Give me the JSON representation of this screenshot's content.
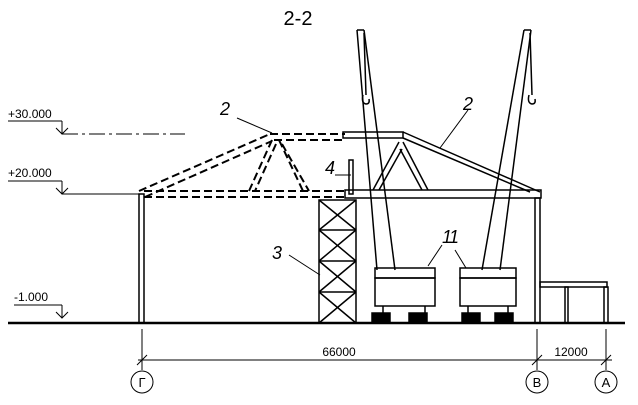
{
  "section_title": "2-2",
  "levels": [
    "+30.000",
    "+20.000",
    "-1.000"
  ],
  "callouts": [
    "2",
    "2",
    "4",
    "3",
    "1",
    "1"
  ],
  "dimensions": [
    "66000",
    "12000"
  ],
  "axes": [
    "Г",
    "В",
    "А"
  ]
}
